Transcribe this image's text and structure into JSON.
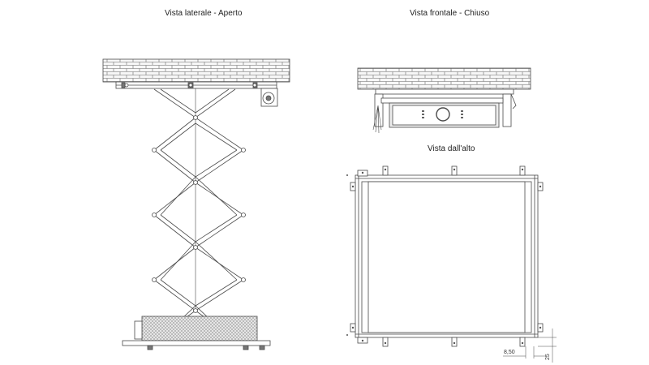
{
  "views": {
    "side_title": "Vista laterale - Aperto",
    "front_title": "Vista frontale - Chiuso",
    "top_title": "Vista dall'alto"
  },
  "dimensions": {
    "horizontal": "8,50",
    "vertical": "25"
  },
  "colors": {
    "line": "#4a4a4a",
    "brick_fill": "#f7f7f7",
    "panel_fill": "#ececec"
  }
}
